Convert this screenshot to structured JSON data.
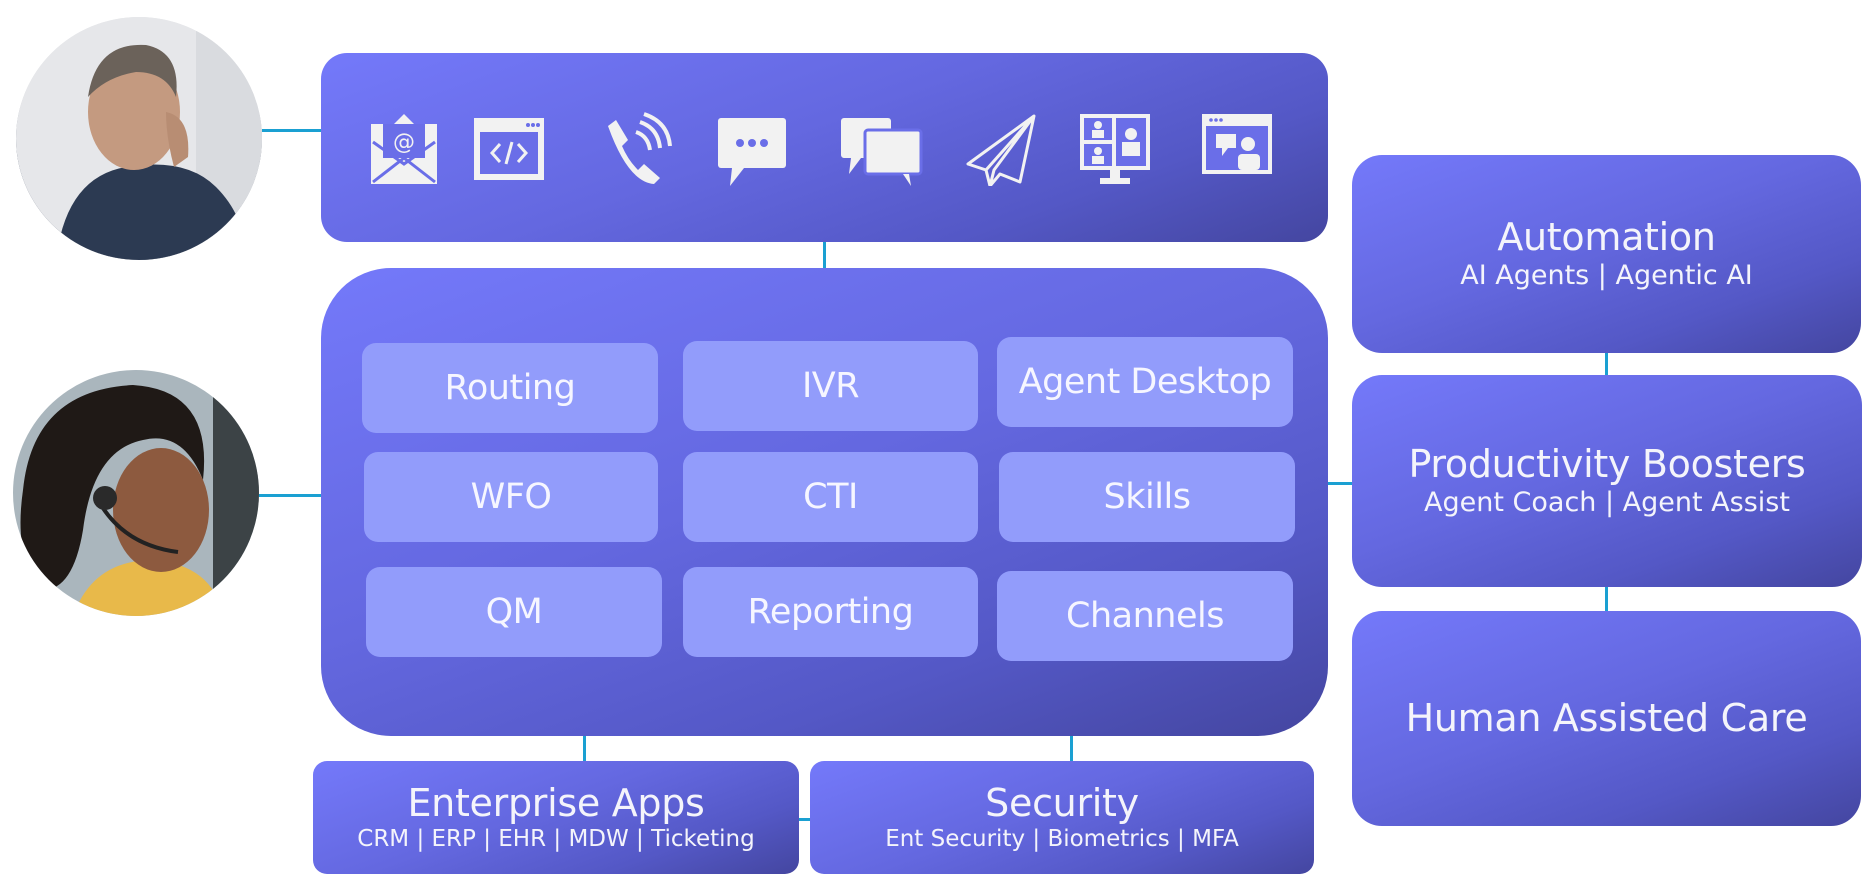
{
  "customers": [
    {
      "name": "customer-photo-man-on-phone",
      "description": "Man talking on phone"
    },
    {
      "name": "customer-photo-agent-headset",
      "description": "Agent wearing headset"
    }
  ],
  "channels": {
    "icons": [
      "email-icon",
      "web-code-icon",
      "phone-call-icon",
      "sms-chat-icon",
      "chat-conversation-icon",
      "paper-plane-icon",
      "video-conference-icon",
      "video-chat-window-icon"
    ]
  },
  "core": {
    "tiles": [
      "Routing",
      "IVR",
      "Agent Desktop",
      "WFO",
      "CTI",
      "Skills",
      "QM",
      "Reporting",
      "Channels"
    ]
  },
  "bottom": {
    "enterprise": {
      "title": "Enterprise Apps",
      "subtitle": "CRM | ERP | EHR | MDW | Ticketing"
    },
    "security": {
      "title": "Security",
      "subtitle": "Ent Security | Biometrics | MFA"
    }
  },
  "right": {
    "automation": {
      "title": "Automation",
      "subtitle": "AI Agents | Agentic AI"
    },
    "productivity": {
      "title": "Productivity Boosters",
      "subtitle": "Agent Coach | Agent Assist"
    },
    "human": {
      "title": "Human Assisted Care"
    }
  },
  "colors": {
    "connector": "#1aa0d2",
    "box_light": "#7479fa",
    "box_dark": "#4446a0",
    "tile": "#929cfb"
  }
}
